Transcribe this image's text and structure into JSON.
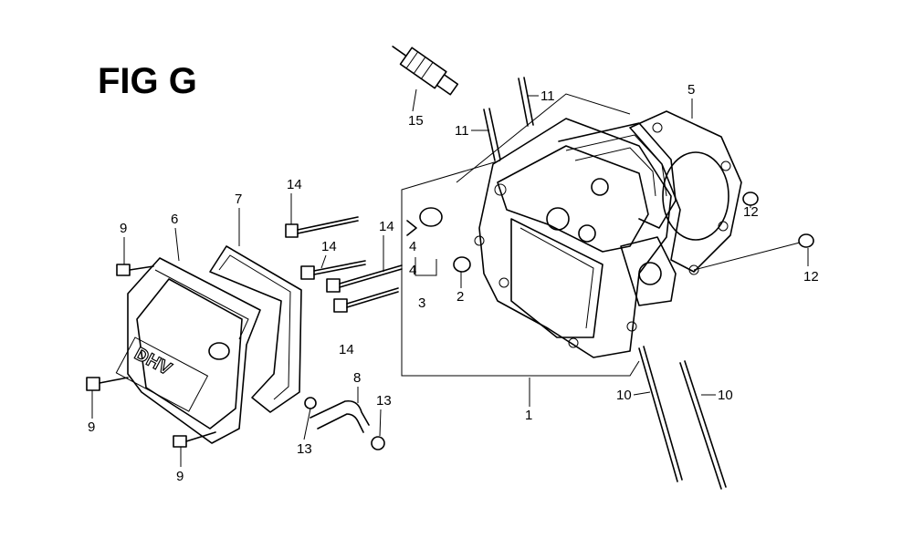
{
  "figure": {
    "title": "FIG G",
    "stamp": "DHV"
  },
  "callouts": {
    "c1": "1",
    "c2": "2",
    "c3": "3",
    "c4a": "4",
    "c4b": "4",
    "c5": "5",
    "c6": "6",
    "c7": "7",
    "c8": "8",
    "c9a": "9",
    "c9b": "9",
    "c9c": "9",
    "c10a": "10",
    "c10b": "10",
    "c11a": "11",
    "c11b": "11",
    "c12a": "12",
    "c12b": "12",
    "c13a": "13",
    "c13b": "13",
    "c14a": "14",
    "c14b": "14",
    "c14c": "14",
    "c14d": "14",
    "c15": "15"
  }
}
